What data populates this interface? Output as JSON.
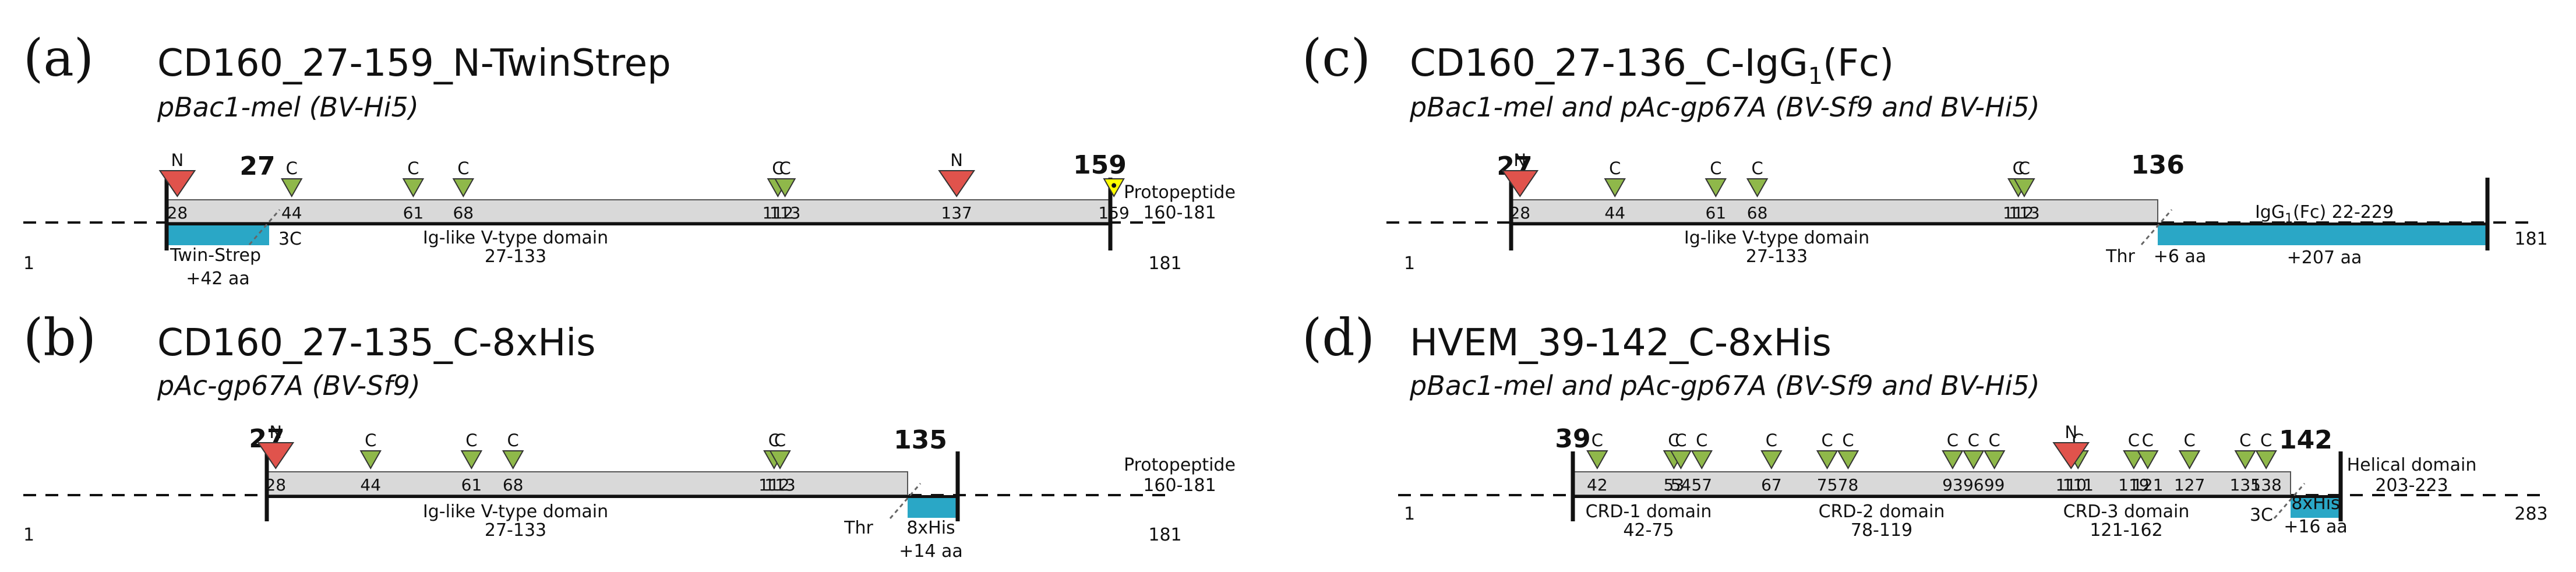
{
  "colors": {
    "domain_fill": "#d9d9d9",
    "tag_fill": "#2aa7c6",
    "n_site": "#e0534c",
    "c_site": "#8fb84a",
    "special_site": "#ffff00",
    "line": "#111111"
  },
  "panels": [
    {
      "letter": "(a)",
      "title": "CD160_27-159_N-TwinStrep",
      "subtitle": "pBac1-mel (BV-Hi5)",
      "construct_start": "27",
      "construct_end": "159",
      "protein_start": "1",
      "protein_end": "181",
      "domain_label": "Ig-like V-type domain",
      "domain_range": "27-133",
      "right_label": "Protopeptide",
      "right_range": "160-181",
      "tag_label": "Twin-Strep",
      "tag_extra": "+42 aa",
      "cleavage": "3C",
      "n_sites": [
        "28",
        "137"
      ],
      "c_sites": [
        "44",
        "61",
        "68",
        "112",
        "113"
      ],
      "special_sites": [
        "159"
      ]
    },
    {
      "letter": "(b)",
      "title": "CD160_27-135_C-8xHis",
      "subtitle": "pAc-gp67A (BV-Sf9)",
      "construct_start": "27",
      "construct_end": "135",
      "protein_start": "1",
      "protein_end": "181",
      "domain_label": "Ig-like V-type domain",
      "domain_range": "27-133",
      "right_label": "Protopeptide",
      "right_range": "160-181",
      "tag_label": "8xHis",
      "tag_extra": "+14 aa",
      "cleavage": "Thr",
      "n_sites": [
        "28"
      ],
      "c_sites": [
        "44",
        "61",
        "68",
        "112",
        "113"
      ]
    },
    {
      "letter": "(c)",
      "title_main": "CD160_27-136_C-IgG",
      "title_sub": "1",
      "title_tail": "(Fc)",
      "subtitle": "pBac1-mel and pAc-gp67A (BV-Sf9 and BV-Hi5)",
      "construct_start": "27",
      "construct_end": "136",
      "protein_start": "1",
      "protein_end": "181",
      "domain_label": "Ig-like V-type domain",
      "domain_range": "27-133",
      "tag_main": "IgG",
      "tag_sub": "1",
      "tag_tail": "(Fc) 22-229",
      "tag_extra": "+207 aa",
      "cleavage": "Thr",
      "cleavage_extra": "+6 aa",
      "n_sites": [
        "28"
      ],
      "c_sites": [
        "44",
        "61",
        "68",
        "112",
        "113"
      ]
    },
    {
      "letter": "(d)",
      "title": "HVEM_39-142_C-8xHis",
      "subtitle": "pBac1-mel and pAc-gp67A (BV-Sf9 and BV-Hi5)",
      "construct_start": "39",
      "construct_end": "142",
      "protein_start": "1",
      "protein_end": "283",
      "right_label": "Helical domain",
      "right_range": "203-223",
      "tag_label": "8xHis",
      "tag_extra": "+16 aa",
      "cleavage": "3C",
      "domains": [
        {
          "label": "CRD-1 domain",
          "range": "42-75"
        },
        {
          "label": "CRD-2 domain",
          "range": "78-119"
        },
        {
          "label": "CRD-3 domain",
          "range": "121-162"
        }
      ],
      "n_sites": [
        "110"
      ],
      "c_sites": [
        "42",
        "53",
        "54",
        "57",
        "67",
        "75",
        "78",
        "93",
        "96",
        "99",
        "111",
        "119",
        "121",
        "127",
        "135",
        "138"
      ]
    }
  ],
  "site_letters": {
    "n": "N",
    "c": "C"
  }
}
